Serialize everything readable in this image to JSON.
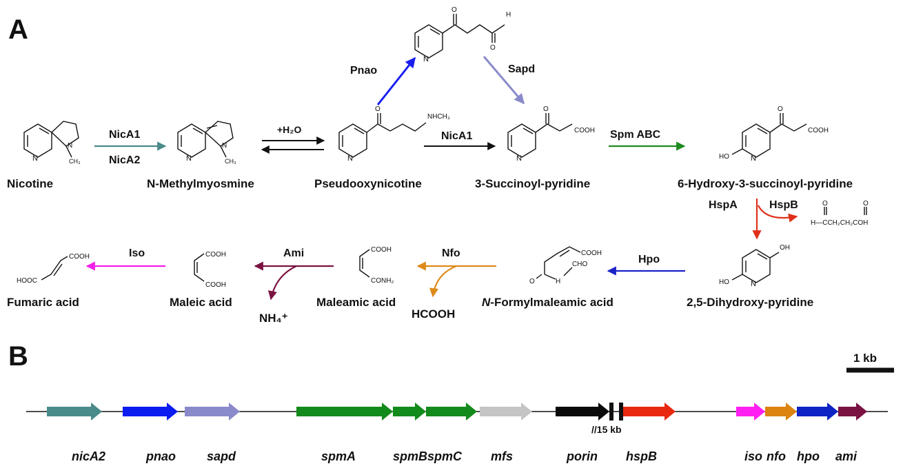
{
  "panels": {
    "a": "A",
    "b": "B"
  },
  "compounds": {
    "nicotine": "Nicotine",
    "n_methylmyosmine": "N-Methylmyosmine",
    "pseudooxynicotine": "Pseudooxynicotine",
    "succinoyl_pyridine": "3-Succinoyl-pyridine",
    "hydroxy_succinoyl_pyridine": "6-Hydroxy-3-succinoyl-pyridine",
    "dihydroxy_pyridine": "2,5-Dihydroxy-pyridine",
    "formylmaleamic_prefix": "N",
    "formylmaleamic_rest": "-Formylmaleamic acid",
    "maleamic_acid": "Maleamic acid",
    "maleic_acid": "Maleic acid",
    "fumaric_acid": "Fumaric acid"
  },
  "enzymes": {
    "nica1_a": "NicA1",
    "nica2": "NicA2",
    "nica1_b": "NicA1",
    "pnao": "Pnao",
    "sapd": "Sapd",
    "spm_abc": "Spm ABC",
    "hspa": "HspA",
    "hspb": "HspB",
    "hpo": "Hpo",
    "nfo": "Nfo",
    "ami": "Ami",
    "iso": "Iso"
  },
  "byproducts": {
    "water": "+H₂O",
    "hcooh": "HCOOH",
    "nh4": "NH₄⁺",
    "semialdehyde": "H—CCH₂CH₂COH"
  },
  "structure_labels": {
    "n": "N",
    "o": "O",
    "h": "H",
    "oh": "OH",
    "ho": "HO",
    "ch3": "CH₃",
    "nhch3": "NHCH₃",
    "cooh": "COOH",
    "hooc": "HOOC",
    "conh2": "CONH₂",
    "nh": "H",
    "cho": "CHO"
  },
  "gene_cluster": {
    "scale_label": "1 kb",
    "gap_label": "//15 kb",
    "genes": [
      {
        "name": "nicA2",
        "color": "#4a8a8a"
      },
      {
        "name": "pnao",
        "color": "#0a1cf0"
      },
      {
        "name": "sapd",
        "color": "#8a8acb"
      },
      {
        "name": "spmA",
        "color": "#138a1c"
      },
      {
        "name": "spmB",
        "color": "#138a1c"
      },
      {
        "name": "spmC",
        "color": "#138a1c"
      },
      {
        "name": "mfs",
        "color": "#c4c4c4"
      },
      {
        "name": "porin",
        "color": "#0a0a0a"
      },
      {
        "name": "hspB",
        "color": "#e8290f"
      },
      {
        "name": "iso",
        "color": "#ff1ff0"
      },
      {
        "name": "nfo",
        "color": "#dd8310"
      },
      {
        "name": "hpo",
        "color": "#0e24c4"
      },
      {
        "name": "ami",
        "color": "#7a1242"
      }
    ]
  },
  "colors": {
    "nica": "#4a8a8a",
    "pnao": "#1a1ff0",
    "sapd": "#8a8acb",
    "spm": "#1f8a1f",
    "hsp": "#e0301a",
    "hpo": "#1a22c8",
    "nfo": "#dd8a1a",
    "ami": "#7a1242",
    "iso": "#f21fea"
  }
}
